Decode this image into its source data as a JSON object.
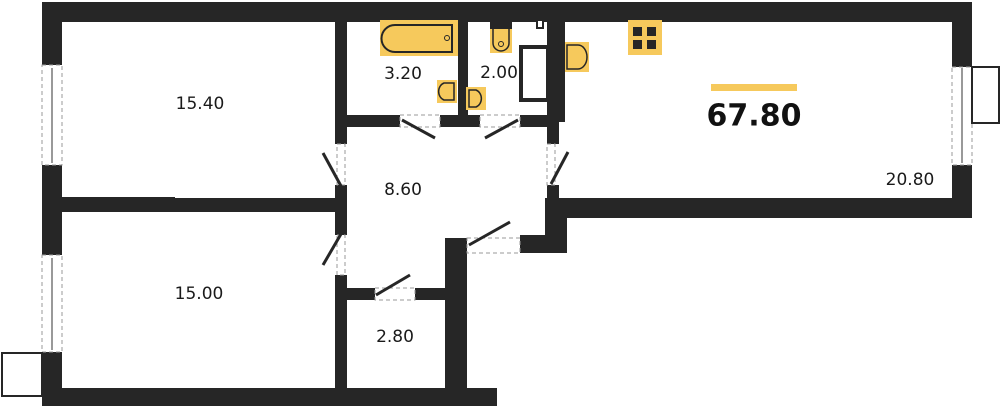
{
  "plan": {
    "total_area": "67.80",
    "accent_color": "#f6c95c",
    "wall_color": "#262626",
    "rooms": [
      {
        "id": "bedroom-1",
        "area": "15.40"
      },
      {
        "id": "bedroom-2",
        "area": "15.00"
      },
      {
        "id": "bathroom",
        "area": "3.20"
      },
      {
        "id": "toilet",
        "area": "2.00"
      },
      {
        "id": "hallway",
        "area": "8.60"
      },
      {
        "id": "storage",
        "area": "2.80"
      },
      {
        "id": "kitchen-living",
        "area": "20.80"
      }
    ],
    "fixtures": [
      "bathtub-icon",
      "toilet-icon",
      "sink-icon",
      "sink-icon",
      "sink-icon",
      "stove-icon"
    ]
  }
}
